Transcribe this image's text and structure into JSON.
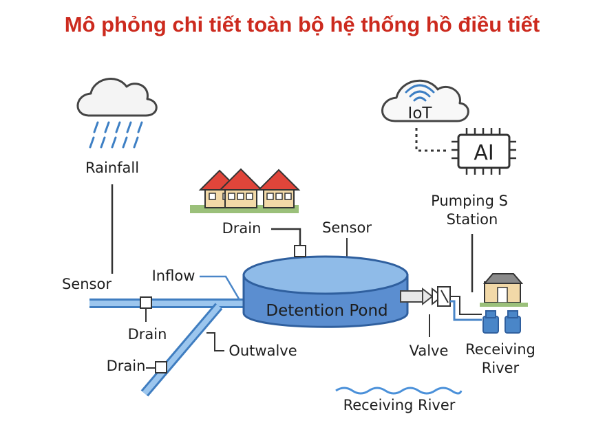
{
  "title": "Mô phỏng chi tiết toàn bộ hệ thống hồ điều tiết",
  "labels": {
    "rainfall": "Rainfall",
    "sensor_left": "Sensor",
    "inflow": "Inflow",
    "drain_top": "Drain",
    "sensor_top": "Sensor",
    "drain_mid": "Drain",
    "drain_bottom": "Drain",
    "outwalve": "Outwalve",
    "pond": "Detention Pond",
    "valve": "Valve",
    "iot": "IoT",
    "ai": "AI",
    "pumping_line1": "Pumping S",
    "pumping_line2": "Station",
    "receiving_river_right_line1": "Receiving",
    "receiving_river_right_line2": "River",
    "receiving_river_bottom": "Receiving River"
  },
  "colors": {
    "title": "#cc2a1e",
    "pipe": "#4a86c8",
    "pipe_light": "#a9cdf0",
    "pond_top": "#8fbbe8",
    "pond_body": "#5b8ed0",
    "roof": "#e0453a",
    "house_wall": "#f2d9a8",
    "grass": "#9bc07a",
    "water_wave": "#4a90d9"
  },
  "icons": [
    "rain-cloud-icon",
    "wifi-icon",
    "ai-chip-icon",
    "house-icon",
    "pump-icon",
    "valve-icon",
    "sensor-icon"
  ]
}
